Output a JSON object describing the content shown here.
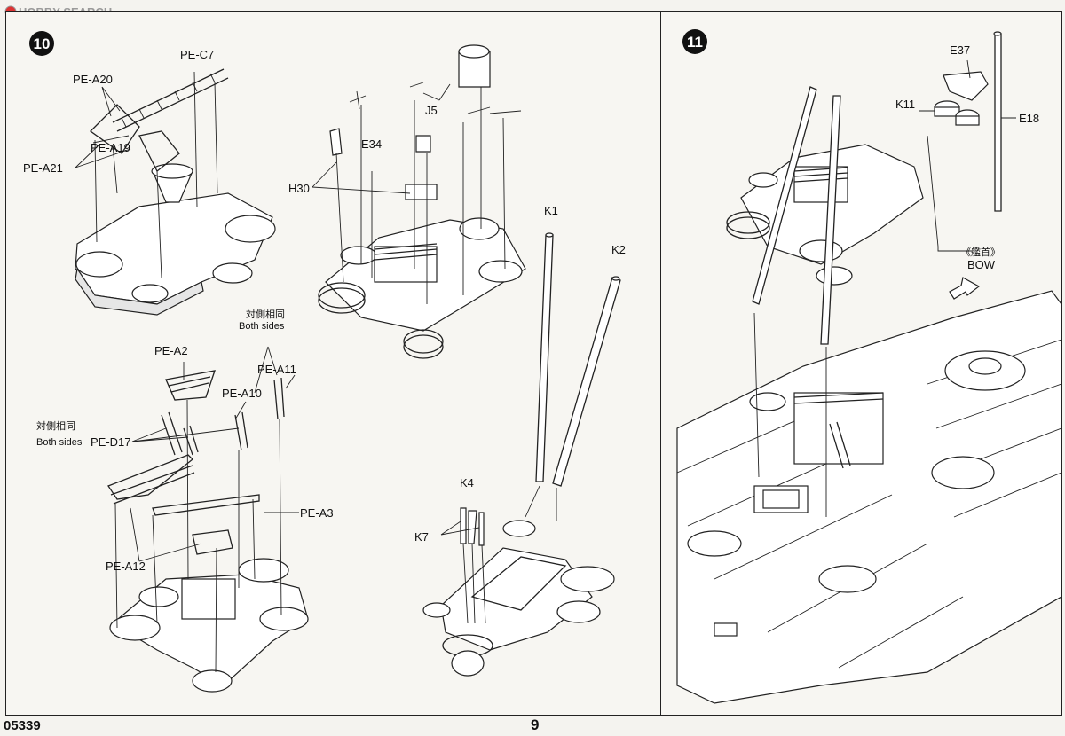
{
  "watermark": {
    "text": "HOBBY SEARCH"
  },
  "footer": {
    "code": "05339",
    "page": "9"
  },
  "step10": {
    "number": "10",
    "labels": {
      "pe_a20": "PE-A20",
      "pe_c7": "PE-C7",
      "pe_a19": "PE-A19",
      "pe_a21": "PE-A21",
      "j5": "J5",
      "e34": "E34",
      "h30": "H30",
      "k1": "K1",
      "k2": "K2",
      "k4": "K4",
      "k7": "K7",
      "pe_a2": "PE-A2",
      "pe_a10": "PE-A10",
      "pe_a11": "PE-A11",
      "pe_d17": "PE-D17",
      "pe_a3": "PE-A3",
      "pe_a12": "PE-A12",
      "both_sides_jp_1": "対側相同",
      "both_sides_1": "Both sides",
      "both_sides_jp_2": "対側相同",
      "both_sides_2": "Both sides"
    }
  },
  "step11": {
    "number": "11",
    "labels": {
      "e37": "E37",
      "k11": "K11",
      "e18": "E18",
      "bow_jp": "《艦首》",
      "bow": "BOW"
    }
  }
}
